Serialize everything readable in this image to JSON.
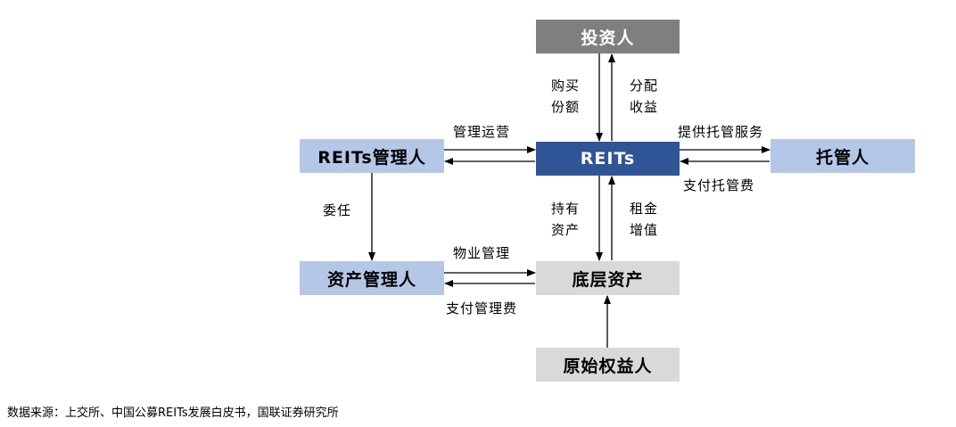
{
  "nodes": {
    "investor": "投资人",
    "reits": "REITs",
    "reits_manager": "REITs管理人",
    "custodian": "托管人",
    "asset_manager": "资产管理人",
    "underlying_asset": "底层资产",
    "original_owner": "原始权益人"
  },
  "edge_labels": {
    "purchase_line1": "购买",
    "purchase_line2": "份额",
    "distribute_line1": "分配",
    "distribute_line2": "收益",
    "manage_operate": "管理运营",
    "custody_service": "提供托管服务",
    "custody_fee": "支付托管费",
    "entrust": "委任",
    "hold_line1": "持有",
    "hold_line2": "资产",
    "rent_line1": "租金",
    "rent_line2": "增值",
    "property_mgmt": "物业管理",
    "mgmt_fee": "支付管理费"
  },
  "source": "数据来源：上交所、中国公募REITs发展白皮书，国联证券研究所",
  "colors": {
    "investor_fill": "#7f7f7f",
    "reits_fill": "#2f5597",
    "light_blue_fill": "#b4c7e7",
    "light_gray_fill": "#d9d9d9",
    "arrow": "#000000"
  }
}
